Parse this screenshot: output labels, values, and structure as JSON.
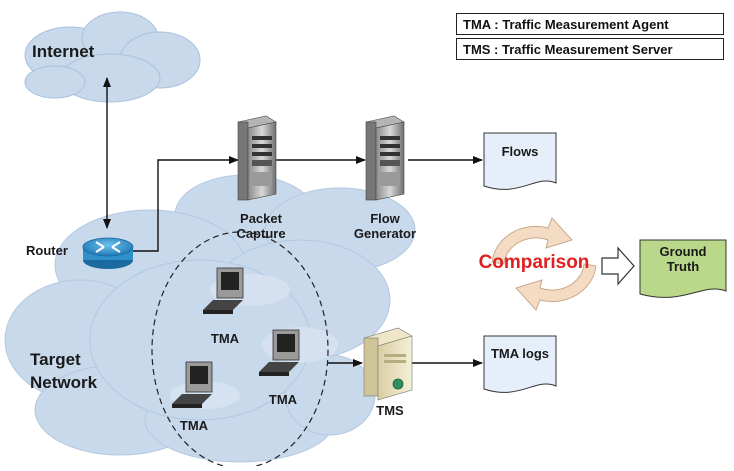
{
  "legend": {
    "tma": "TMA : Traffic Measurement Agent",
    "tms": "TMS : Traffic Measurement Server"
  },
  "clouds": {
    "internet": "Internet",
    "target_line1": "Target",
    "target_line2": "Network"
  },
  "nodes": {
    "router": "Router",
    "packet_capture_line1": "Packet",
    "packet_capture_line2": "Capture",
    "flow_generator_line1": "Flow",
    "flow_generator_line2": "Generator",
    "tma": "TMA",
    "tms": "TMS"
  },
  "documents": {
    "flows": "Flows",
    "tma_logs": "TMA logs",
    "ground_truth_line1": "Ground",
    "ground_truth_line2": "Truth"
  },
  "comparison": "Comparison",
  "colors": {
    "cloud": "#c9d9ec",
    "cloud_dark": "#a9c0dc",
    "document": "#e6eff9",
    "ground_truth": "#b9d88a",
    "comparison_text": "#e02020",
    "cycle_arrow": "#f4dcc4",
    "router": "#2f8fc9"
  }
}
